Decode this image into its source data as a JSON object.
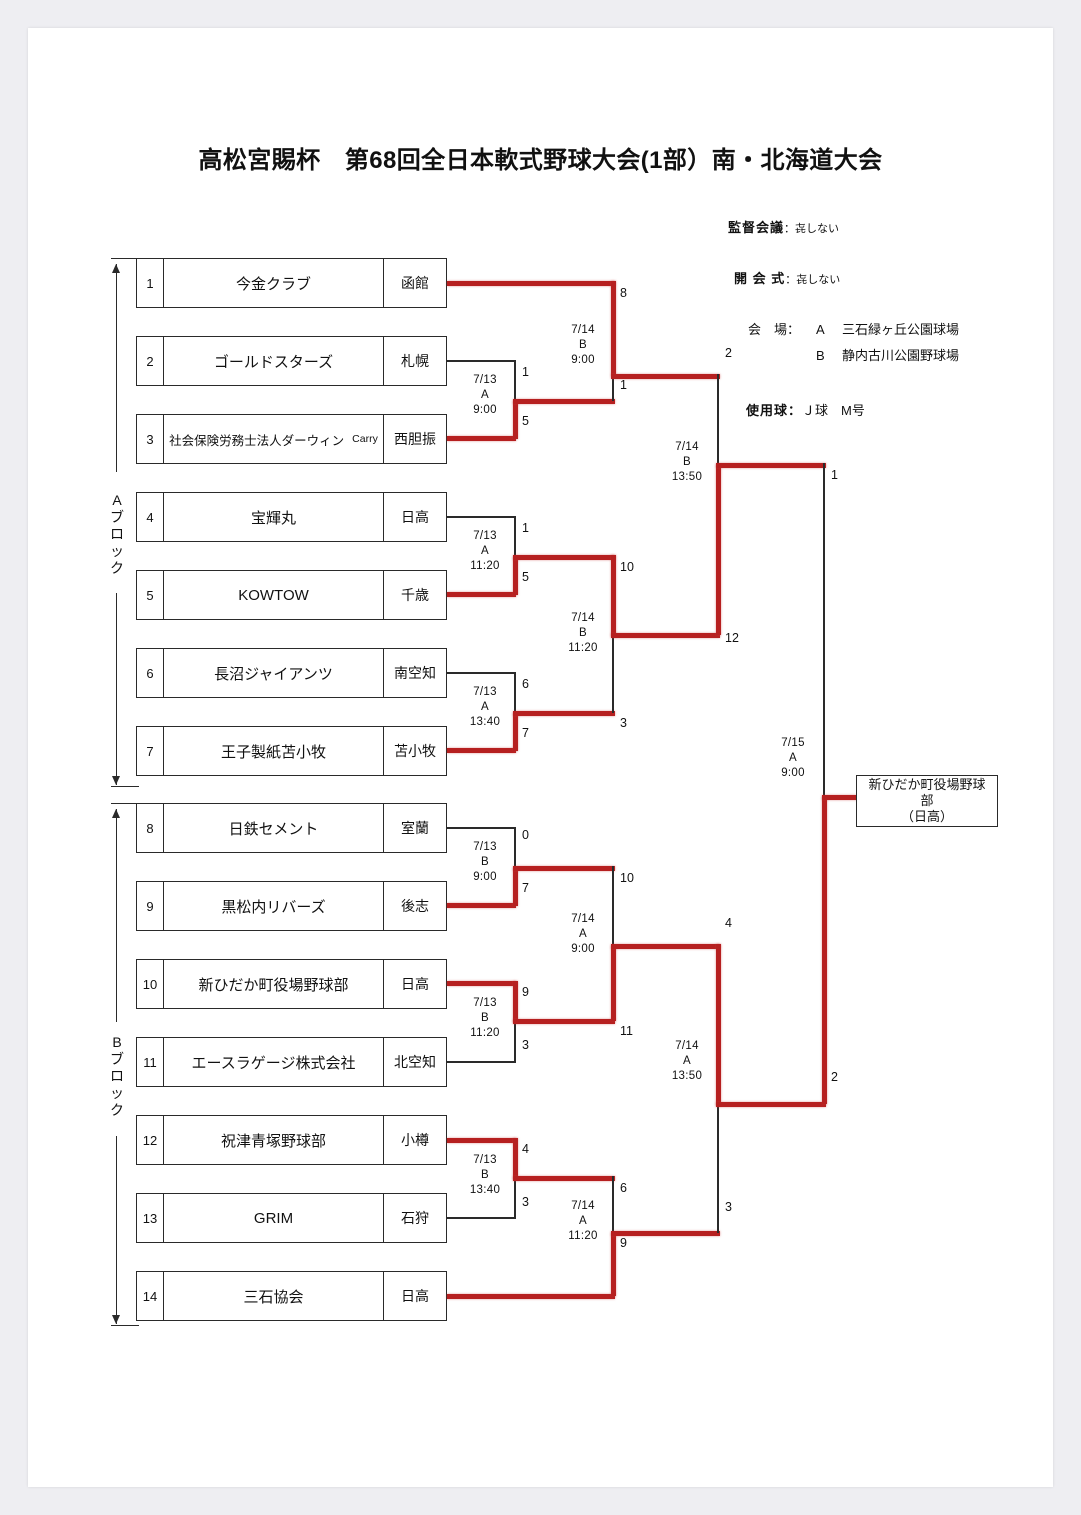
{
  "document": {
    "title": "高松宮賜杯　第68回全日本軟式野球大会(1部）南・北海道大会"
  },
  "header": {
    "managers_meeting_label": "監督会議",
    "managers_meeting_value": "：㐂しない",
    "opening_ceremony_label": "開 会 式",
    "opening_ceremony_value": "：㐂しない",
    "venue_label": "会　場：",
    "venue_a_key": "A",
    "venue_a_name": "三石緑ヶ丘公園球場",
    "venue_b_key": "B",
    "venue_b_name": "静内古川公園野球場",
    "ball_label": "使用球：",
    "ball_value": "Ｊ球　M号"
  },
  "blocks": {
    "a_label": "Aブロック",
    "a_label_chars": [
      "A",
      "ブ",
      "ロ",
      "ッ",
      "ク"
    ],
    "b_label": "Bブロック",
    "b_label_chars": [
      "B",
      "ブ",
      "ロ",
      "ッ",
      "ク"
    ]
  },
  "teams": [
    {
      "no": "1",
      "name": "今金クラブ",
      "sub": "",
      "region": "函館"
    },
    {
      "no": "2",
      "name": "ゴールドスターズ",
      "sub": "",
      "region": "札幌"
    },
    {
      "no": "3",
      "name": "社会保険労務士法人ダーウィン",
      "sub": "Carry",
      "region": "西胆振"
    },
    {
      "no": "4",
      "name": "宝輝丸",
      "sub": "",
      "region": "日高"
    },
    {
      "no": "5",
      "name": "KOWTOW",
      "sub": "",
      "region": "千歳"
    },
    {
      "no": "6",
      "name": "長沼ジャイアンツ",
      "sub": "",
      "region": "南空知"
    },
    {
      "no": "7",
      "name": "王子製紙苫小牧",
      "sub": "",
      "region": "苫小牧"
    },
    {
      "no": "8",
      "name": "日鉄セメント",
      "sub": "",
      "region": "室蘭"
    },
    {
      "no": "9",
      "name": "黒松内リバーズ",
      "sub": "",
      "region": "後志"
    },
    {
      "no": "10",
      "name": "新ひだか町役場野球部",
      "sub": "",
      "region": "日高"
    },
    {
      "no": "11",
      "name": "エースラゲージ株式会社",
      "sub": "",
      "region": "北空知"
    },
    {
      "no": "12",
      "name": "祝津青塚野球部",
      "sub": "",
      "region": "小樽"
    },
    {
      "no": "13",
      "name": "GRIM",
      "sub": "",
      "region": "石狩"
    },
    {
      "no": "14",
      "name": "三石協会",
      "sub": "",
      "region": "日高"
    }
  ],
  "matches": {
    "a_r1_23": {
      "date": "7/13",
      "venue": "A",
      "time": "9:00"
    },
    "a_r1_45": {
      "date": "7/13",
      "venue": "A",
      "time": "11:20"
    },
    "a_r1_67": {
      "date": "7/13",
      "venue": "A",
      "time": "13:40"
    },
    "a_r2_top": {
      "date": "7/14",
      "venue": "B",
      "time": "9:00"
    },
    "a_r2_bot": {
      "date": "7/14",
      "venue": "B",
      "time": "11:20"
    },
    "a_final": {
      "date": "7/14",
      "venue": "B",
      "time": "13:50"
    },
    "b_r1_89": {
      "date": "7/13",
      "venue": "B",
      "time": "9:00"
    },
    "b_r1_1011": {
      "date": "7/13",
      "venue": "B",
      "time": "11:20"
    },
    "b_r1_1213": {
      "date": "7/13",
      "venue": "B",
      "time": "13:40"
    },
    "b_r2_top": {
      "date": "7/14",
      "venue": "A",
      "time": "9:00"
    },
    "b_r2_bot": {
      "date": "7/14",
      "venue": "A",
      "time": "11:20"
    },
    "b_final": {
      "date": "7/14",
      "venue": "A",
      "time": "13:50"
    },
    "grand_final": {
      "date": "7/15",
      "venue": "A",
      "time": "9:00"
    }
  },
  "scores": {
    "a_r1_23_top": "1",
    "a_r1_23_bot": "5",
    "a_r2_top_up": "8",
    "a_r2_top_dn": "1",
    "a_r1_45_top": "1",
    "a_r1_45_bot": "5",
    "a_r2_bot_up": "10",
    "a_r2_bot_dn": "3",
    "a_r1_67_top": "6",
    "a_r1_67_bot": "7",
    "a_final_up": "2",
    "a_final_dn": "12",
    "b_r1_89_top": "0",
    "b_r1_89_bot": "7",
    "b_r2_top_up": "10",
    "b_r2_top_dn": "11",
    "b_r1_1011_top": "9",
    "b_r1_1011_bot": "3",
    "b_r1_1213_top": "4",
    "b_r1_1213_bot": "3",
    "b_r2_bot_up": "6",
    "b_r2_bot_dn": "9",
    "b_final_up": "4",
    "b_final_dn": "3",
    "grand_final_up": "1",
    "grand_final_dn": "2"
  },
  "champion": {
    "line1": "新ひだか町役場野球",
    "line2": "部",
    "line3": "（日高）"
  },
  "colors": {
    "winner_line": "#b62020",
    "line": "#2a2a2a",
    "page_bg": "#ffffff",
    "canvas_bg": "#eeeef2"
  }
}
